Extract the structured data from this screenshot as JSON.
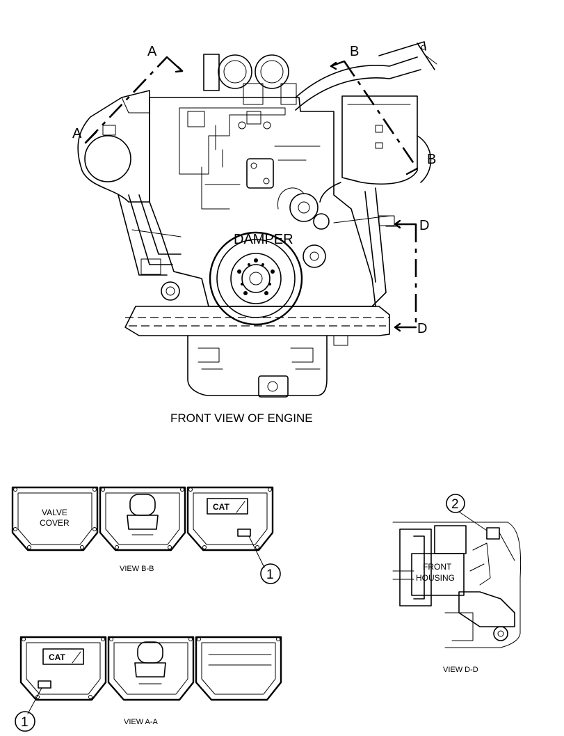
{
  "front_view": {
    "caption": "FRONT VIEW OF ENGINE",
    "damper_label": "DAMPER",
    "section_labels": {
      "a_top": "A",
      "a_left": "A",
      "b_top": "B",
      "b_right": "B",
      "d_top": "D",
      "d_bottom": "D"
    }
  },
  "view_bb": {
    "caption": "VIEW B-B",
    "valve_cover_line1": "VALVE",
    "valve_cover_line2": "COVER",
    "logo": "CAT",
    "callout": "1"
  },
  "view_aa": {
    "caption": "VIEW A-A",
    "logo": "CAT",
    "callout": "1"
  },
  "view_dd": {
    "caption": "VIEW D-D",
    "housing_line1": "FRONT",
    "housing_line2": "HOUSING",
    "callout": "2"
  }
}
